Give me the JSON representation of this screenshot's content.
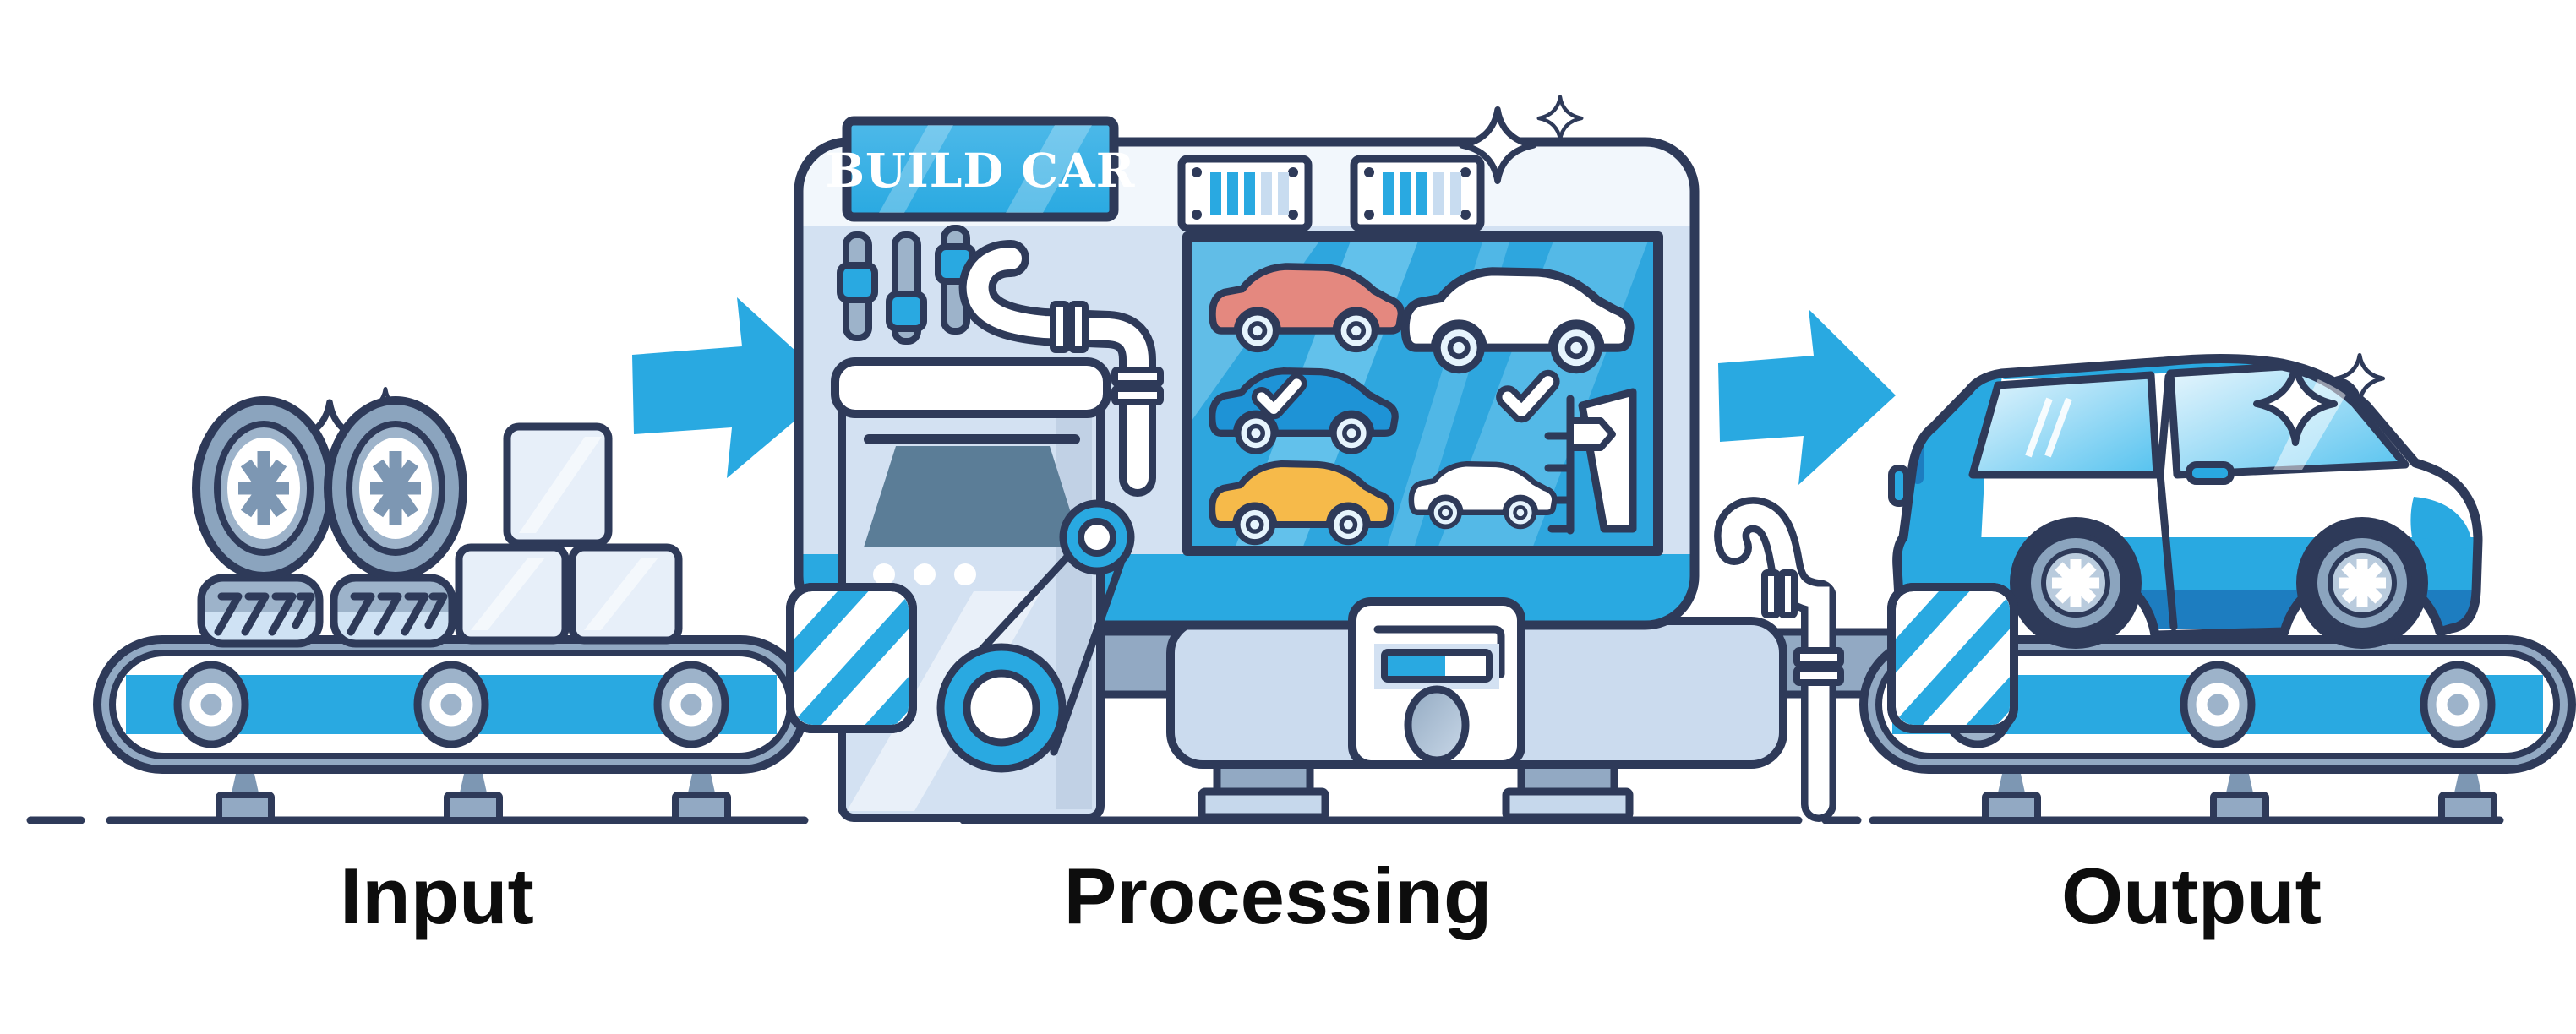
{
  "sections": {
    "input": {
      "label": "Input",
      "items": [
        "sparkles",
        "stacked-tires",
        "tread-tires",
        "supply-boxes",
        "conveyor-belt"
      ]
    },
    "processing": {
      "label": "Processing",
      "sign_text": "BUILD CAR",
      "items": [
        "build-car-sign",
        "barcode-plates",
        "slider-controls",
        "config-screen",
        "screen-cars",
        "check-marks",
        "measure-ruler",
        "pipes",
        "assembly-tower",
        "pulley-belt",
        "control-terminal",
        "warning-pads",
        "machine-feet"
      ]
    },
    "output": {
      "label": "Output",
      "items": [
        "finished-car",
        "conveyor-belt",
        "sparkles"
      ]
    }
  },
  "flow": {
    "arrows": [
      "input-to-processing",
      "processing-to-output"
    ]
  },
  "screen_cars": [
    {
      "name": "car-red",
      "color_key": "salmon",
      "checked": false
    },
    {
      "name": "car-blue",
      "color_key": "bluecar",
      "checked": true
    },
    {
      "name": "car-yellow",
      "color_key": "yellow",
      "checked": false
    },
    {
      "name": "car-white-large",
      "color_key": "white",
      "checked": false
    },
    {
      "name": "car-white-small",
      "color_key": "white",
      "checked": true
    }
  ],
  "barcode_plate": {
    "bars_bright": 3,
    "bars_pale": 2
  },
  "theme": {
    "outline": "#2e3a59",
    "accent": "#29a9e1",
    "accentdeep": "#1d7dc0",
    "body": "#d3e1f2",
    "bodytop": "#f2f7fc",
    "bodylower": "#cbdbee",
    "gray": "#92a9c3",
    "graydark": "#7d97b3",
    "pale": "#e7eff9",
    "tire": "#8ba4be",
    "tirelight": "#9db3ca",
    "tirelight2": "#cfe2f4",
    "slate": "#5b7d97",
    "salmon": "#e4887f",
    "yellow": "#f6ba4a",
    "screen": "#2ea6de",
    "stripe": "#8ed7f5",
    "bluecar": "#1e93d6",
    "wheelrim": "#b9cbdd",
    "towershade": "#c1d1e5",
    "label": "#0d0d0d",
    "white": "#ffffff"
  }
}
